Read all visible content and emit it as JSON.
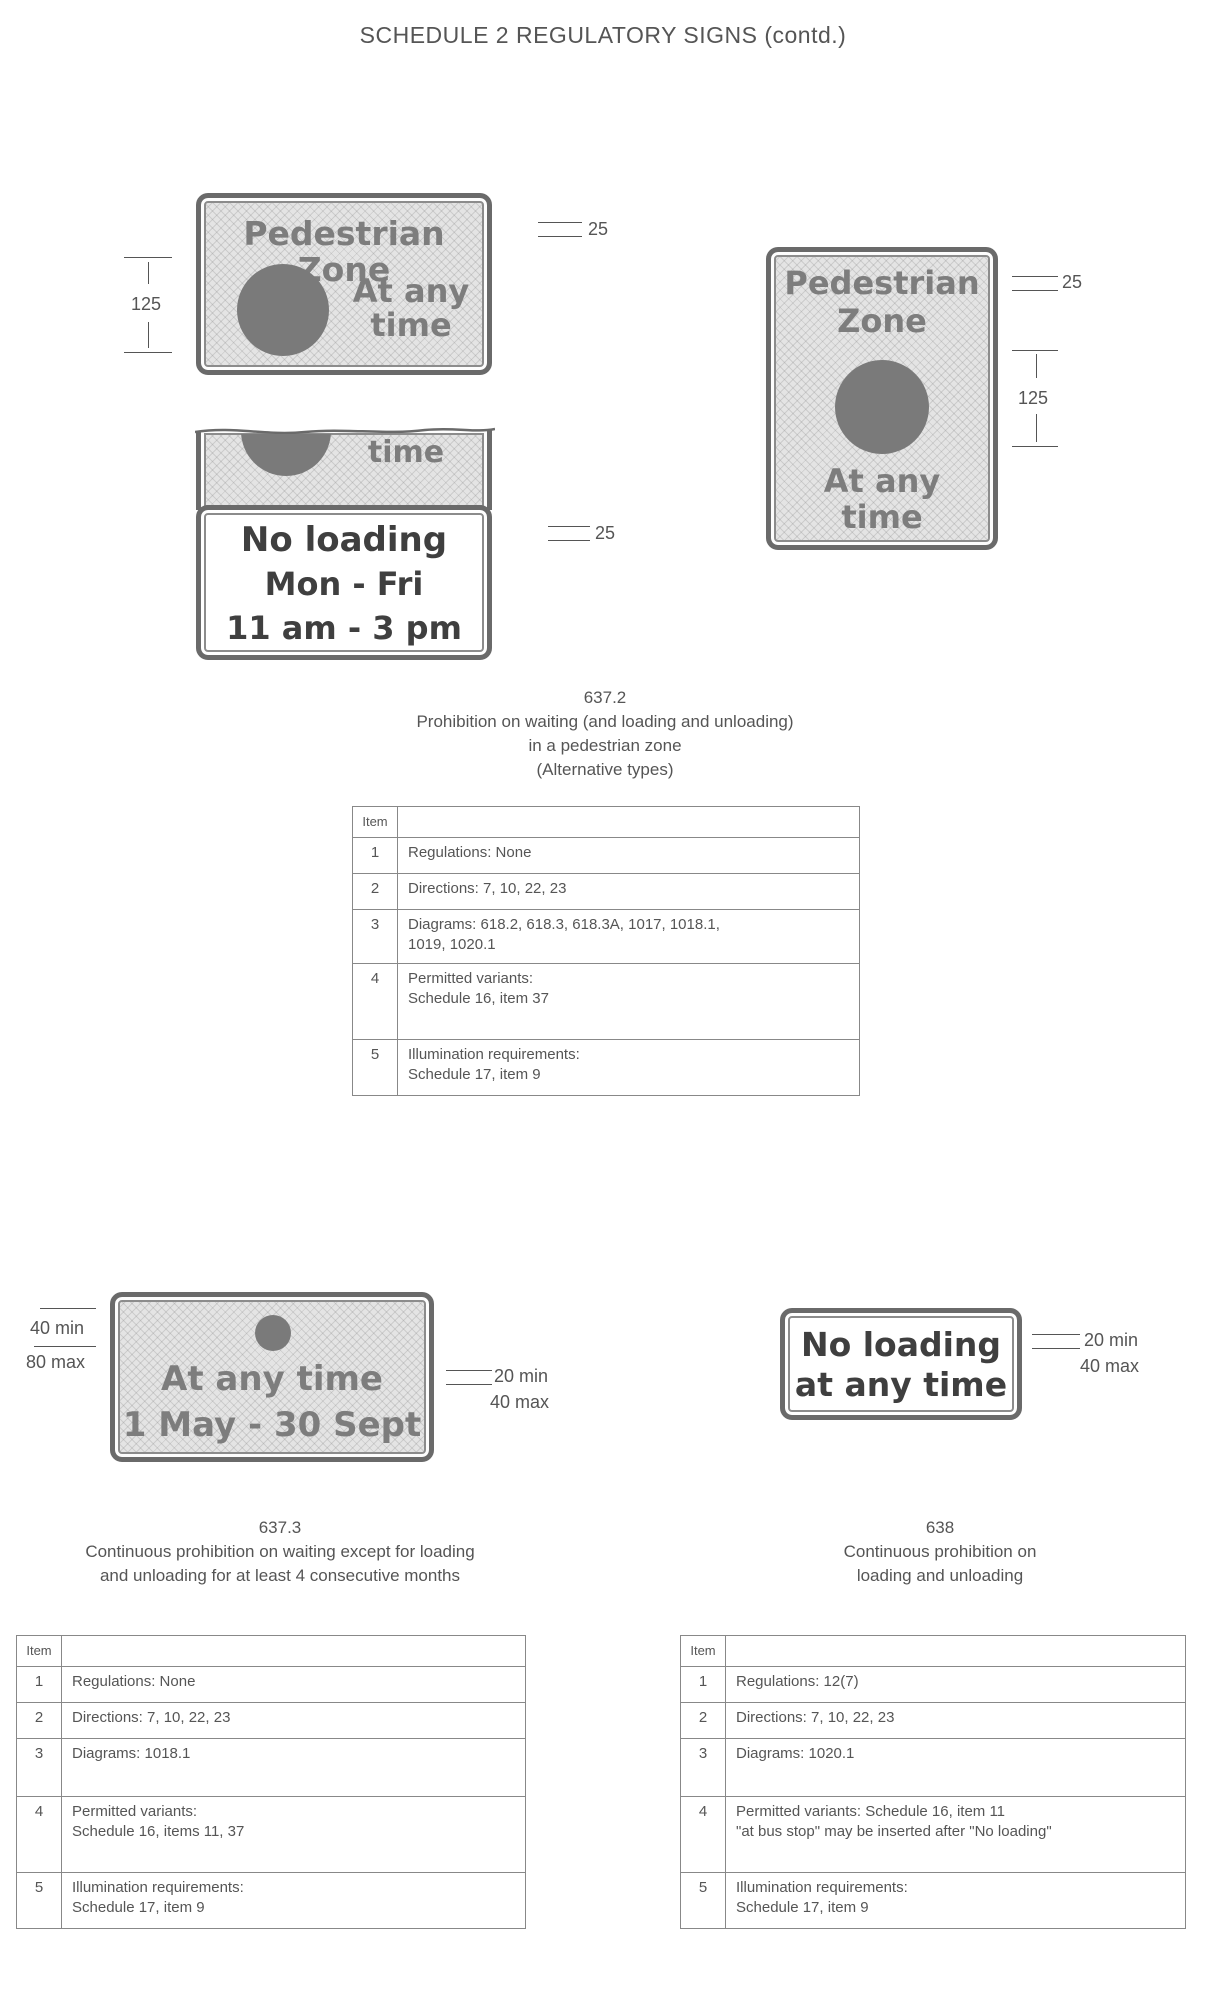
{
  "header": {
    "title": "SCHEDULE 2   REGULATORY SIGNS (contd.)"
  },
  "colors": {
    "sign_fill": "#e4e4e4",
    "sign_border": "#6a6a6a",
    "text": "#555555"
  },
  "signs": {
    "s6372_wide": {
      "line1": "Pedestrian Zone",
      "line2": "At any",
      "line3": "time"
    },
    "s6372_plate": {
      "fragment": "time",
      "line1": "No loading",
      "line2": "Mon - Fri",
      "line3": "11 am - 3 pm"
    },
    "s6372_tall": {
      "line1": "Pedestrian",
      "line2": "Zone",
      "line3": "At any",
      "line4": "time"
    },
    "s6373": {
      "line1": "At any time",
      "line2": "1 May - 30 Sept"
    },
    "s638": {
      "line1": "No loading",
      "line2": "at any time"
    }
  },
  "dimensions": {
    "wide_top": "25",
    "wide_disc": "125",
    "plate": "25",
    "tall_top": "25",
    "tall_disc": "125",
    "s6373_left_1": "40 min",
    "s6373_left_2": "80 max",
    "s6373_right_1": "20 min",
    "s6373_right_2": "40 max",
    "s638_right_1": "20 min",
    "s638_right_2": "40 max"
  },
  "diagram_6372": {
    "number": "637.2",
    "caption_1": "Prohibition on waiting (and loading and unloading)",
    "caption_2": "in a pedestrian zone",
    "caption_3": "(Alternative types)",
    "table": {
      "header": "Item",
      "rows": [
        {
          "n": "1",
          "l1": "Regulations: None",
          "l2": ""
        },
        {
          "n": "2",
          "l1": "Directions: 7, 10, 22, 23",
          "l2": ""
        },
        {
          "n": "3",
          "l1": "Diagrams: 618.2, 618.3, 618.3A, 1017, 1018.1,",
          "l2": "1019, 1020.1"
        },
        {
          "n": "4",
          "l1": "Permitted variants:",
          "l2": "Schedule 16, item 37"
        },
        {
          "n": "5",
          "l1": "Illumination requirements:",
          "l2": "Schedule 17, item 9"
        }
      ]
    }
  },
  "diagram_6373": {
    "number": "637.3",
    "caption_1": "Continuous prohibition on waiting except for loading",
    "caption_2": "and unloading for at least 4 consecutive months",
    "table": {
      "header": "Item",
      "rows": [
        {
          "n": "1",
          "l1": "Regulations: None",
          "l2": ""
        },
        {
          "n": "2",
          "l1": "Directions: 7, 10, 22, 23",
          "l2": ""
        },
        {
          "n": "3",
          "l1": "Diagrams: 1018.1",
          "l2": ""
        },
        {
          "n": "4",
          "l1": "Permitted variants:",
          "l2": "Schedule 16, items 11, 37"
        },
        {
          "n": "5",
          "l1": "Illumination requirements:",
          "l2": "Schedule 17, item 9"
        }
      ]
    }
  },
  "diagram_638": {
    "number": "638",
    "caption_1": "Continuous prohibition on",
    "caption_2": "loading and unloading",
    "table": {
      "header": "Item",
      "rows": [
        {
          "n": "1",
          "l1": "Regulations: 12(7)",
          "l2": ""
        },
        {
          "n": "2",
          "l1": "Directions: 7, 10, 22, 23",
          "l2": ""
        },
        {
          "n": "3",
          "l1": "Diagrams: 1020.1",
          "l2": ""
        },
        {
          "n": "4",
          "l1": "Permitted variants: Schedule 16, item 11",
          "l2": "\"at bus stop\" may be inserted after \"No loading\""
        },
        {
          "n": "5",
          "l1": "Illumination requirements:",
          "l2": "Schedule 17, item 9"
        }
      ]
    }
  }
}
